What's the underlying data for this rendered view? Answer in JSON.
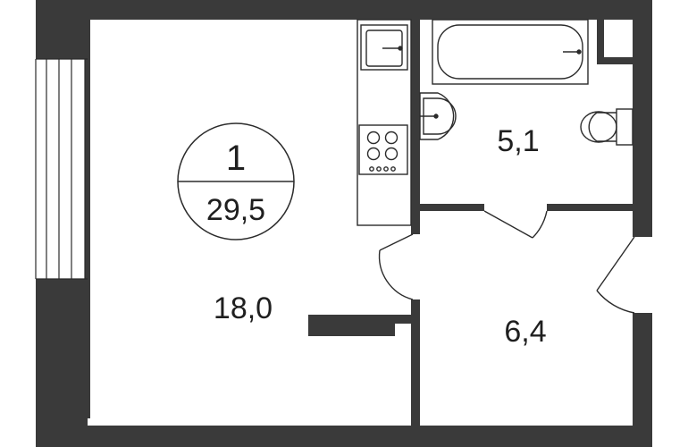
{
  "plan": {
    "rooms_count": "1",
    "total_area": "29,5",
    "rooms": [
      {
        "id": "living-room",
        "area": "18,0"
      },
      {
        "id": "bathroom",
        "area": "5,1"
      },
      {
        "id": "hallway",
        "area": "6,4"
      }
    ]
  },
  "colors": {
    "wall": "#3a3a3a",
    "line": "#2b2b2b",
    "background": "#ffffff"
  },
  "icons": [
    "sink-icon",
    "stove-icon",
    "bathtub-icon",
    "washbasin-icon",
    "toilet-icon",
    "window-icon",
    "door-swing-icon"
  ]
}
